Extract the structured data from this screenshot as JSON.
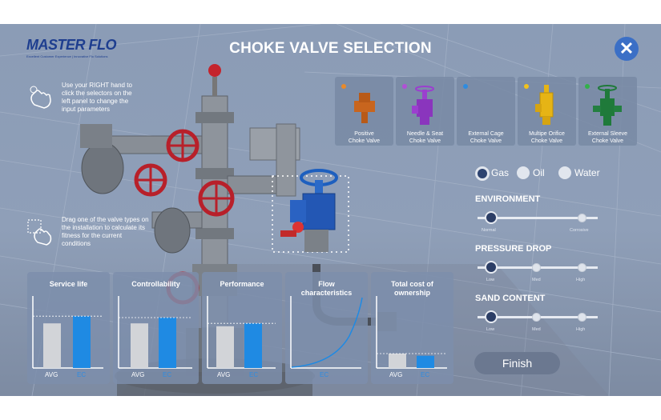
{
  "app": {
    "title": "CHOKE VALVE SELECTION",
    "logo": "MASTER FLO",
    "logo_tagline": "Excellent Customer Experience | Innovative Flo Solutions",
    "close_icon": "close-icon"
  },
  "instructions": {
    "hand": "Use your RIGHT hand to click the selectors on the left panel to change the input parameters",
    "hand_icon": "hand-pointer-icon",
    "drag": "Drag one of the valve types on the installation to calculate its fitness for the current conditions",
    "drag_icon": "drag-hand-icon"
  },
  "valve_types": [
    {
      "line1": "Positive",
      "line2": "Choke Valve",
      "dot_color": "#e98a2a",
      "valve_color": "#c8651e"
    },
    {
      "line1": "Needle & Seat",
      "line2": "Choke Valve",
      "dot_color": "#b14fd6",
      "valve_color": "#9b3fcf"
    },
    {
      "line1": "External Cage",
      "line2": "Choke Valve",
      "dot_color": "#2f8ce0",
      "valve_color": ""
    },
    {
      "line1": "Multipe Orifice",
      "line2": "Choke Valve",
      "dot_color": "#f2c21c",
      "valve_color": "#e6b415"
    },
    {
      "line1": "External Sleeve",
      "line2": "Choke Valve",
      "dot_color": "#33b04a",
      "valve_color": "#1f7a3a"
    }
  ],
  "fluid": {
    "options": [
      "Gas",
      "Oil",
      "Water"
    ],
    "selected": "Gas"
  },
  "environment": {
    "title": "ENVIRONMENT",
    "options": [
      "Normal",
      "Corrosive"
    ],
    "selected": "Normal"
  },
  "pressure_drop": {
    "title": "PRESSURE DROP",
    "options": [
      "Low",
      "Med",
      "High"
    ],
    "selected": "Low"
  },
  "sand_content": {
    "title": "SAND CONTENT",
    "options": [
      "Low",
      "Med",
      "High"
    ],
    "selected": "Low"
  },
  "finish_label": "Finish",
  "charts": [
    {
      "title": "Service life",
      "avg_label": "AVG",
      "ec_label": "EC",
      "avg": 0.62,
      "ec": 0.72
    },
    {
      "title": "Controllability",
      "avg_label": "AVG",
      "ec_label": "EC",
      "avg": 0.62,
      "ec": 0.7
    },
    {
      "title": "Performance",
      "avg_label": "AVG",
      "ec_label": "EC",
      "avg": 0.58,
      "ec": 0.62
    },
    {
      "title": "Flow characteristics",
      "ec_label": "EC"
    },
    {
      "title": "Total cost of ownership",
      "avg_label": "AVG",
      "ec_label": "EC",
      "avg": 0.2,
      "ec": 0.17
    }
  ],
  "colors": {
    "avg_bar": "#d2d4d8",
    "ec_bar": "#1f8ae3",
    "accent": "#3b6fc6"
  }
}
